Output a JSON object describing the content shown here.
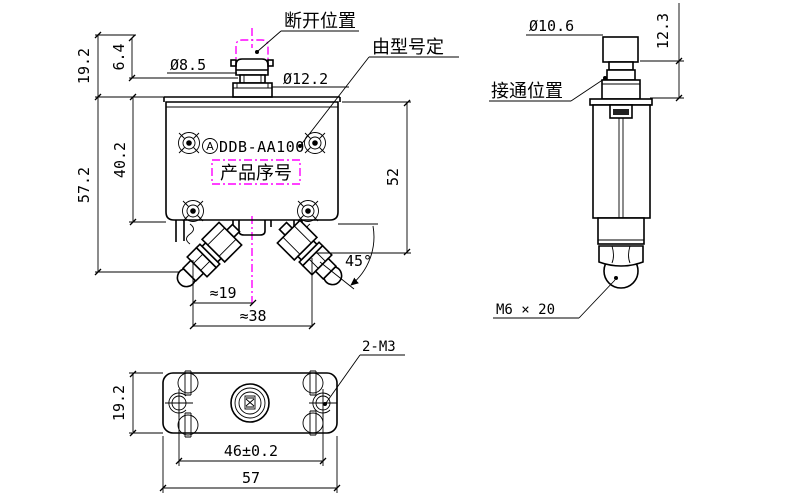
{
  "drawing_type": "mechanical-dimension-drawing",
  "component": {
    "revision_mark": "A",
    "model_code": "DDB-AA100",
    "serial_box_label": "产品序号"
  },
  "front_view": {
    "callouts": {
      "disconnect_position": "断开位置",
      "determined_by_model": "由型号定"
    },
    "dimensions": {
      "top_section_height": "19.2",
      "button_travel": "6.4",
      "button_diameter": "Ø8.5",
      "collar_diameter": "Ø12.2",
      "body_height": "40.2",
      "overall_height": "57.2",
      "body_to_terminal_height": "52",
      "terminal_angle": "45°",
      "terminal_half_span": "≈19",
      "terminal_full_span": "≈38"
    }
  },
  "side_view": {
    "callouts": {
      "connect_position": "接通位置",
      "screw_spec": "M6 × 20"
    },
    "dimensions": {
      "button_diameter": "Ø10.6",
      "button_height": "12.3"
    }
  },
  "bottom_view": {
    "callouts": {
      "thread_spec": "2-M3"
    },
    "dimensions": {
      "depth": "19.2",
      "hole_spacing": "46±0.2",
      "width": "57"
    }
  },
  "colors": {
    "line": "#000000",
    "accent_magenta": "#ff00ff",
    "background": "#ffffff"
  }
}
